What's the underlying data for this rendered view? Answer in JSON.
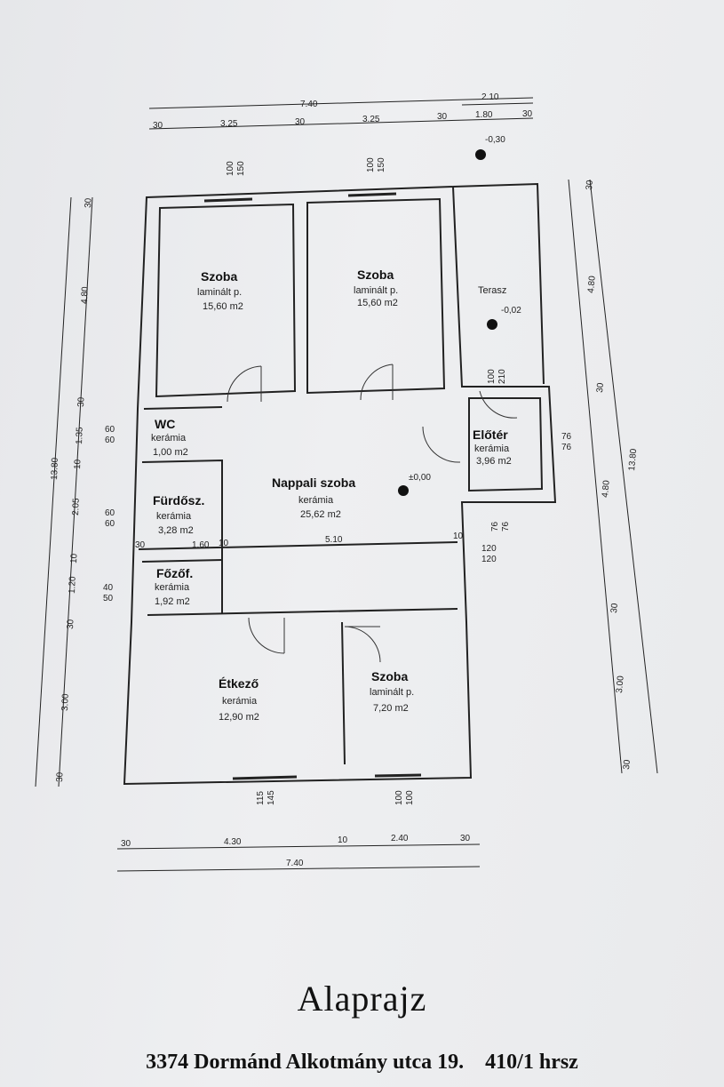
{
  "title": "Alaprajz",
  "address": "3374 Dormánd Alkotmány utca 19.    410/1 hrsz",
  "rooms": [
    {
      "id": "szoba-1",
      "name": "Szoba",
      "floor": "laminált p.",
      "area": "15,60 m2"
    },
    {
      "id": "szoba-2",
      "name": "Szoba",
      "floor": "laminált p.",
      "area": "15,60 m2"
    },
    {
      "id": "terasz",
      "name": "Terasz",
      "floor": "",
      "area": ""
    },
    {
      "id": "wc",
      "name": "WC",
      "floor": "kerámia",
      "area": "1,00 m2"
    },
    {
      "id": "eloter",
      "name": "Előtér",
      "floor": "kerámia",
      "area": "3,96 m2"
    },
    {
      "id": "furdoszoba",
      "name": "Fürdősz.",
      "floor": "kerámia",
      "area": "3,28 m2"
    },
    {
      "id": "nappali",
      "name": "Nappali szoba",
      "floor": "kerámia",
      "area": "25,62 m2"
    },
    {
      "id": "fozofulke",
      "name": "Főzőf.",
      "floor": "kerámia",
      "area": "1,92 m2"
    },
    {
      "id": "etkezo",
      "name": "Étkező",
      "floor": "kerámia",
      "area": "12,90 m2"
    },
    {
      "id": "szoba-3",
      "name": "Szoba",
      "floor": "laminált p.",
      "area": "7,20 m2"
    }
  ],
  "levels": {
    "terrace_top": "-0,30",
    "terrace": "-0,02",
    "living": "±0,00"
  },
  "dims": {
    "top_total": "7.40",
    "top_terrace": "2.10",
    "top_a": "30",
    "top_b": "3.25",
    "top_c": "30",
    "top_d": "3.25",
    "top_e": "30",
    "top_f": "1.80",
    "top_g": "30",
    "bot_a": "30",
    "bot_b": "4.30",
    "bot_c": "10",
    "bot_d": "2.40",
    "bot_e": "30",
    "bot_total": "7.40",
    "win_top_1": "100\n150",
    "win_top_2": "100\n150",
    "win_eloter_top": "100\n210",
    "win_bot_1": "115\n145",
    "win_bot_2": "100\n100",
    "win_wc": "60\n60",
    "win_furdo": "60\n60",
    "win_fozo": "40\n50",
    "win_eloter_r": "76\n76",
    "win_eloter_b": "76\n76",
    "door_living": "120\n120",
    "left_total": "13.80",
    "left_a": "30",
    "left_b": "4.80",
    "left_c": "30",
    "left_d": "1.35",
    "left_e": "10",
    "left_f": "2.05",
    "left_g": "10",
    "left_h": "1.20",
    "left_i": "30",
    "left_j": "3.00",
    "left_k": "30",
    "right_total": "13.80",
    "right_a": "30",
    "right_b": "4.80",
    "right_c": "30",
    "right_d": "4.80",
    "right_e": "30",
    "right_f": "3.00",
    "right_g": "30",
    "inner_160": "1.60",
    "inner_510": "5.10",
    "inner_30": "30",
    "inner_10": "10",
    "inner_10b": "10"
  }
}
